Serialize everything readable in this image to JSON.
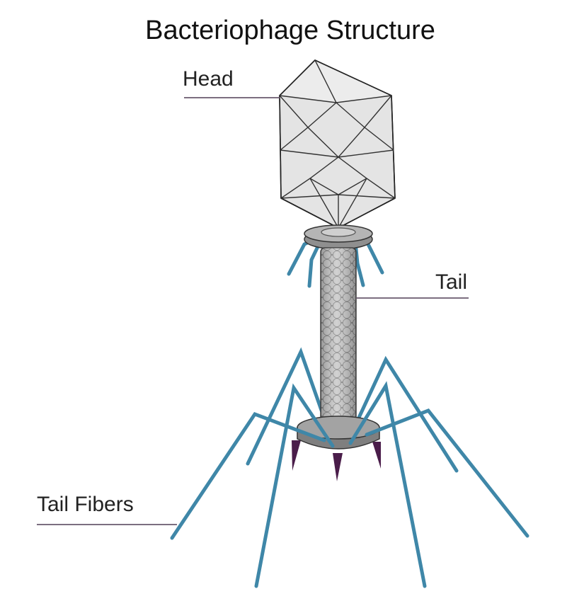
{
  "title": "Bacteriophage Structure",
  "labels": {
    "head": "Head",
    "tail": "Tail",
    "tail_fibers": "Tail Fibers"
  },
  "colors": {
    "head_fill": "#e4e4e4",
    "head_edge": "#2b2b2b",
    "tail_fill": "#b9b9b9",
    "collar_fill": "#9c9c9c",
    "base_plate": "#8e8e8e",
    "fiber": "#3f87a8",
    "spike": "#4a1d4a",
    "leader_line": "#6a5a6e"
  }
}
